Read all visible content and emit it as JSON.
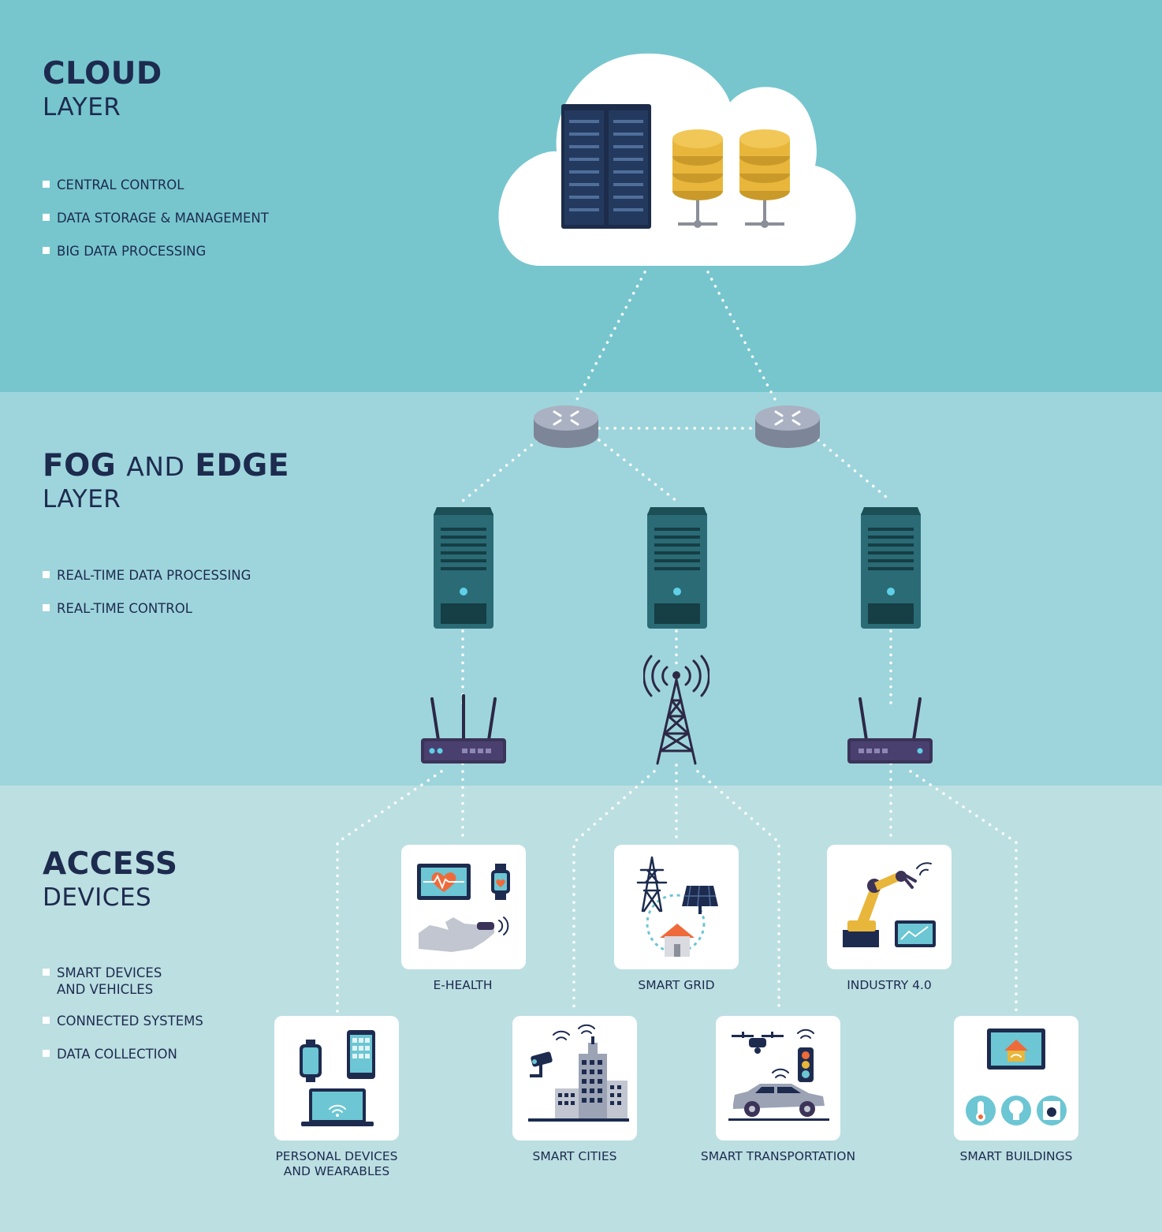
{
  "colors": {
    "cloud_band": "#77c6ce",
    "fog_band": "#9ed5dc",
    "access_band": "#bcdfe2",
    "heading": "#1d2b4f",
    "link": "#ffffff",
    "server_teal": "#2a6b75",
    "rack_navy": "#1c2c4a",
    "database_gold": "#e8b63a",
    "router_gray": "#9ba3b5",
    "accent_orange": "#ef6a3a"
  },
  "cloud_layer": {
    "title_bold": "CLOUD",
    "subtitle": "LAYER",
    "bullets": [
      "CENTRAL CONTROL",
      "DATA STORAGE & MANAGEMENT",
      "BIG DATA PROCESSING"
    ]
  },
  "fog_layer": {
    "title_bold_1": "FOG",
    "title_light": "AND",
    "title_bold_2": "EDGE",
    "subtitle": "LAYER",
    "bullets": [
      "REAL-TIME DATA PROCESSING",
      "REAL-TIME CONTROL"
    ]
  },
  "access_layer": {
    "title_bold": "ACCESS",
    "subtitle": "DEVICES",
    "bullets": [
      "SMART DEVICES\nAND VEHICLES",
      "CONNECTED SYSTEMS",
      "DATA COLLECTION"
    ]
  },
  "applications": {
    "ehealth": "E-HEALTH",
    "smart_grid": "SMART GRID",
    "industry": "INDUSTRY 4.0",
    "personal": "PERSONAL DEVICES\nAND WEARABLES",
    "smart_cities": "SMART CITIES",
    "smart_transportation": "SMART TRANSPORTATION",
    "smart_buildings": "SMART  BUILDINGS"
  },
  "icons": {
    "cloud": "cloud-icon",
    "rack": "server-rack-icon",
    "database": "database-icon",
    "router": "network-router-icon",
    "fog_server": "server-tower-icon",
    "wifi_router": "wifi-router-icon",
    "tower": "cell-tower-icon"
  }
}
